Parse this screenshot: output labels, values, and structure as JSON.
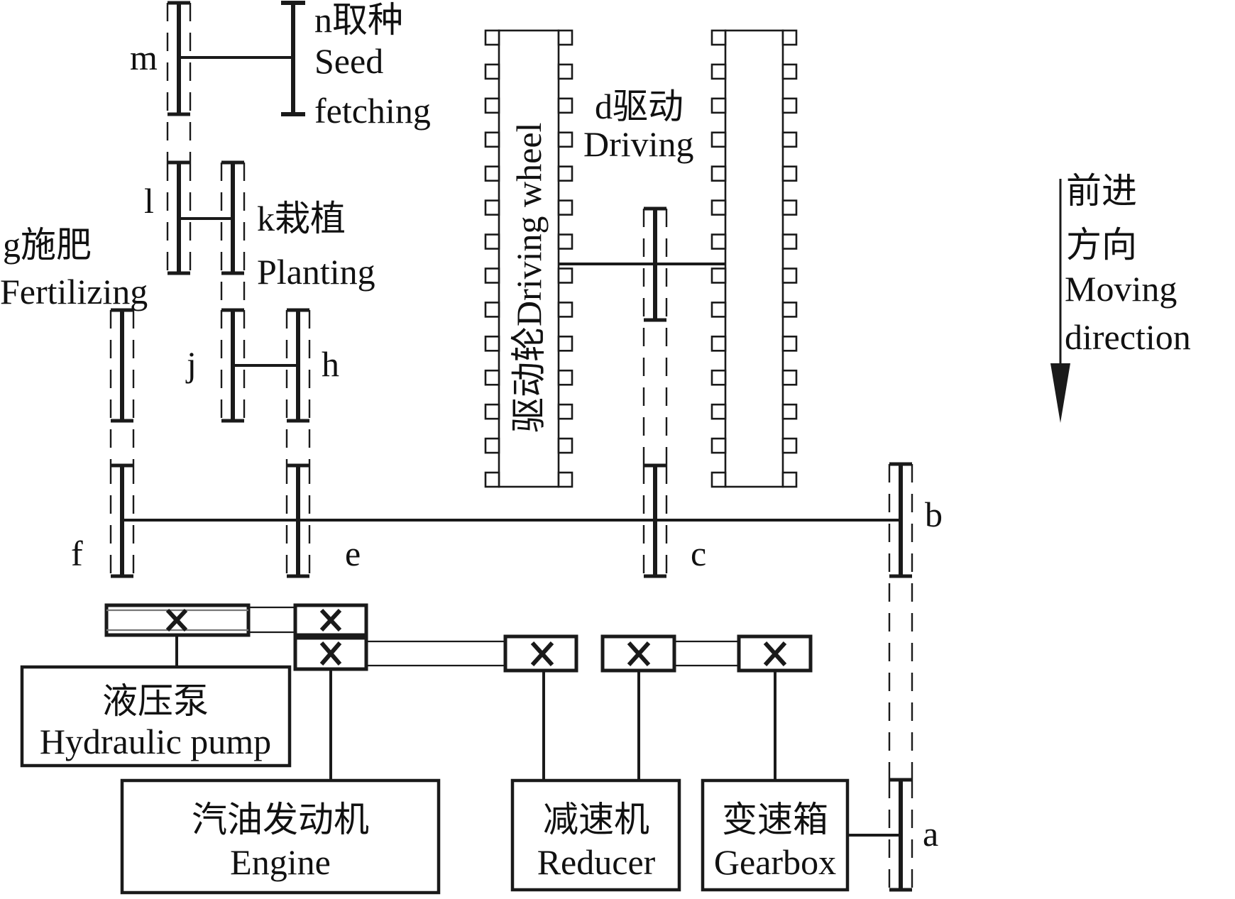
{
  "diagram": {
    "title": "Transmission system diagram of transplanting machine",
    "colors": {
      "line": "#1a1a1a",
      "background": "#ffffff"
    },
    "components": {
      "seed_fetching": {
        "letter": "n",
        "zh": "取种",
        "en_line1": "Seed",
        "en_line2": "fetching"
      },
      "planting": {
        "letter": "k",
        "zh": "栽植",
        "en": "Planting"
      },
      "fertilizing": {
        "letter": "g",
        "zh": "施肥",
        "en": "Fertilizing"
      },
      "driving": {
        "letter": "d",
        "zh": "驱动",
        "en": "Driving"
      },
      "driving_wheel": {
        "zh": "驱动轮",
        "en": "Driving wheel",
        "teeth_per_side": 14
      },
      "moving_direction": {
        "zh_line1": "前进",
        "zh_line2": "方向",
        "en_line1": "Moving",
        "en_line2": "direction"
      },
      "hydraulic_pump": {
        "zh": "液压泵",
        "en": "Hydraulic pump"
      },
      "engine": {
        "zh": "汽油发动机",
        "en": "Engine"
      },
      "reducer": {
        "zh": "减速机",
        "en": "Reducer"
      },
      "gearbox": {
        "zh": "变速箱",
        "en": "Gearbox"
      }
    },
    "gear_labels": {
      "a": "a",
      "b": "b",
      "c": "c",
      "e": "e",
      "f": "f",
      "h": "h",
      "j": "j",
      "l": "l",
      "m": "m"
    }
  }
}
